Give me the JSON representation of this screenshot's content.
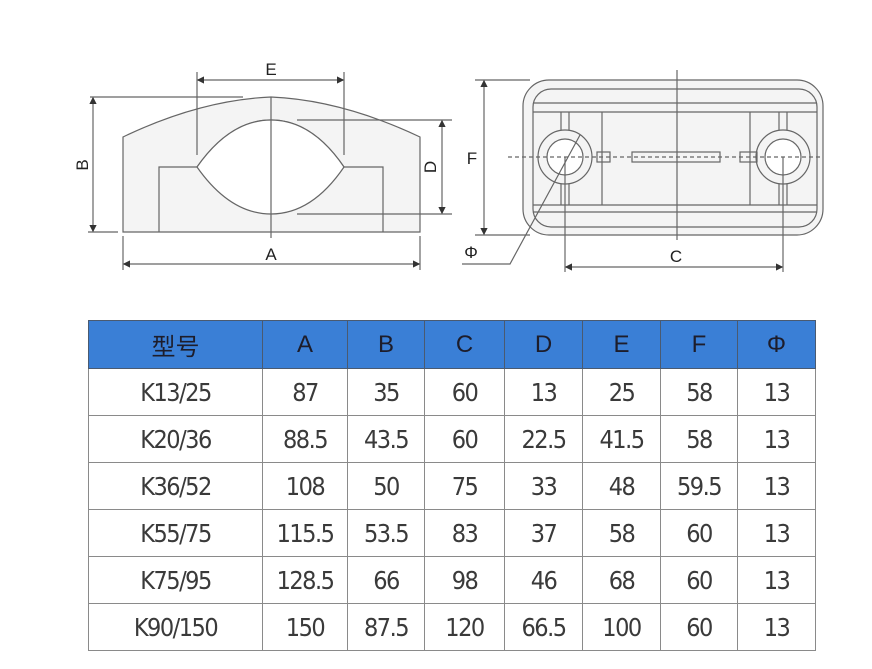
{
  "drawing": {
    "front_view_labels": {
      "width": "A",
      "height": "B",
      "pipe_height": "D",
      "pipe_width": "E"
    },
    "top_view_labels": {
      "depth": "F",
      "bolt_spacing": "C",
      "hole_diameter": "Φ"
    }
  },
  "table": {
    "headers": [
      "型号",
      "A",
      "B",
      "C",
      "D",
      "E",
      "F",
      "Φ"
    ],
    "rows": [
      [
        "K13/25",
        "87",
        "35",
        "60",
        "13",
        "25",
        "58",
        "13"
      ],
      [
        "K20/36",
        "88.5",
        "43.5",
        "60",
        "22.5",
        "41.5",
        "58",
        "13"
      ],
      [
        "K36/52",
        "108",
        "50",
        "75",
        "33",
        "48",
        "59.5",
        "13"
      ],
      [
        "K55/75",
        "115.5",
        "53.5",
        "83",
        "37",
        "58",
        "60",
        "13"
      ],
      [
        "K75/95",
        "128.5",
        "66",
        "98",
        "46",
        "68",
        "60",
        "13"
      ],
      [
        "K90/150",
        "150",
        "87.5",
        "120",
        "66.5",
        "100",
        "60",
        "13"
      ]
    ]
  },
  "colors": {
    "header_bg": "#3a7fd6",
    "line": "#555555"
  }
}
